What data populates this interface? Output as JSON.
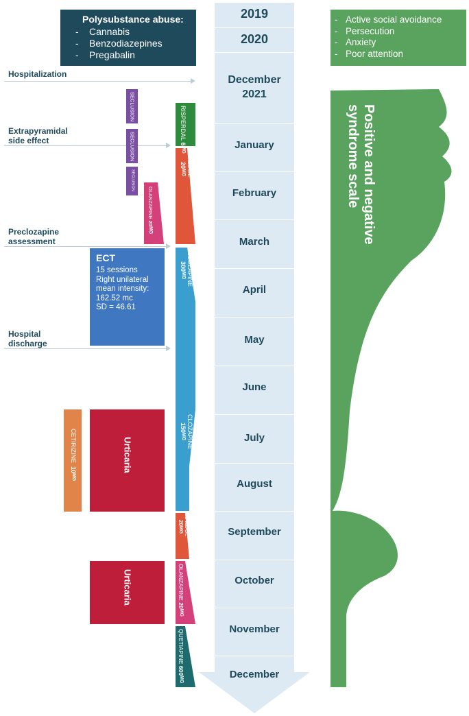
{
  "polysubstance": {
    "title": "Polysubstance abuse:",
    "items": [
      "Cannabis",
      "Benzodiazepines",
      "Pregabalin"
    ]
  },
  "symptoms": {
    "items": [
      "Active social avoidance",
      "Persecution",
      "Anxiety",
      "Poor attention"
    ]
  },
  "timeline": {
    "years": [
      "2019",
      "2020"
    ],
    "months": [
      "December\n2021",
      "January",
      "February",
      "March",
      "April",
      "May",
      "June",
      "July",
      "August",
      "September",
      "October",
      "November",
      "December"
    ]
  },
  "events": {
    "hospitalization": "Hospitalization",
    "extrapyramidal": "Extrapyramidal\nside effect",
    "preclozapine": "Preclozapine\nassessment",
    "discharge": "Hospital\ndischarge"
  },
  "seclusion": [
    "SECLUSION",
    "SECLUSION",
    "SECLUSION"
  ],
  "medications": {
    "risperdal": {
      "name": "RISPERDAL",
      "dose": "6",
      "unit": "MG"
    },
    "haldol1": {
      "name": "HALDOL",
      "dose": "20",
      "unit": "MG"
    },
    "olanzapine1": {
      "name": "OLANZAPINE",
      "dose": "20",
      "unit": "MG"
    },
    "clozapine1": {
      "name": "CLOZAPINE",
      "dose": "300",
      "unit": "MG"
    },
    "clozapine2": {
      "name": "CLOZAPINE",
      "dose": "150",
      "unit": "MG"
    },
    "haldol2": {
      "name": "HALDOL",
      "dose": "20",
      "unit": "MG"
    },
    "olanzapine2": {
      "name": "OLANZAPINE",
      "dose": "20",
      "unit": "MG"
    },
    "quetiapine": {
      "name": "QUETIAPINE",
      "dose": "600",
      "unit": "MG"
    },
    "cetirizine": {
      "name": "CETIRIZINE",
      "dose": "10",
      "unit": "MG"
    }
  },
  "ect": {
    "title": "ECT",
    "lines": [
      "15 sessions",
      "Right unilateral",
      "mean intensity:",
      "162.52 mc",
      "SD = 46.61"
    ]
  },
  "urticaria": [
    "Urticaria",
    "Urticaria"
  ],
  "panss_label": "Positive and negative\nsyndrome scale",
  "colors": {
    "dark_teal": "#1e4a5c",
    "green": "#5aa35e",
    "timeline_bg": "#dde9f3",
    "purple": "#7a4fa3",
    "risperdal_green": "#2e8a3c",
    "haldol_orange": "#e0563b",
    "olanzapine_pink": "#d4407a",
    "clozapine_blue": "#3a9fce",
    "ect_blue": "#3f78c0",
    "urticaria_red": "#be1e3a",
    "cetirizine_orange": "#e0844a",
    "quetiapine_teal": "#1e6b6e"
  }
}
